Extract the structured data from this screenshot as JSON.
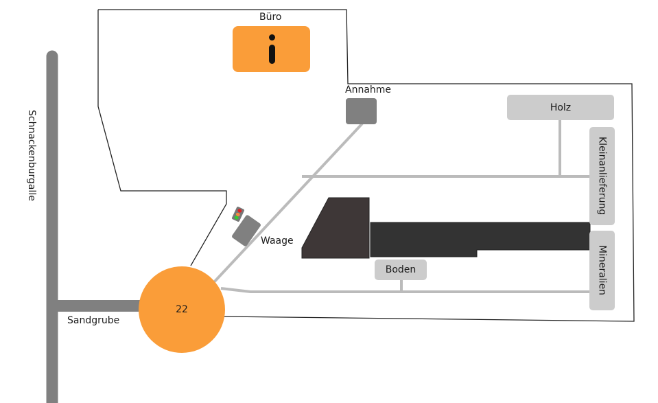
{
  "map": {
    "office": {
      "label": "Büro",
      "icon": "info-icon",
      "color": "#fa9d39"
    },
    "reception": {
      "label": "Annahme",
      "color": "#808080"
    },
    "scale": {
      "label": "Waage",
      "icon": "traffic-light-icon",
      "light_colors": [
        "#e02020",
        "#f08a40",
        "#33cc33"
      ]
    },
    "house_number": {
      "label": "22",
      "color": "#fa9d39"
    },
    "streets": [
      {
        "name": "Schnackenburgalle"
      },
      {
        "name": "Sandgrube"
      }
    ],
    "stations": [
      {
        "name": "Holz"
      },
      {
        "name": "Kleinanlieferung"
      },
      {
        "name": "Mineralien"
      },
      {
        "name": "Boden"
      }
    ],
    "colors": {
      "road": "#808080",
      "path": "#bbbbbb",
      "station": "#cccccc",
      "building_dark": "#333333",
      "building_brown": "#3e3737"
    }
  }
}
